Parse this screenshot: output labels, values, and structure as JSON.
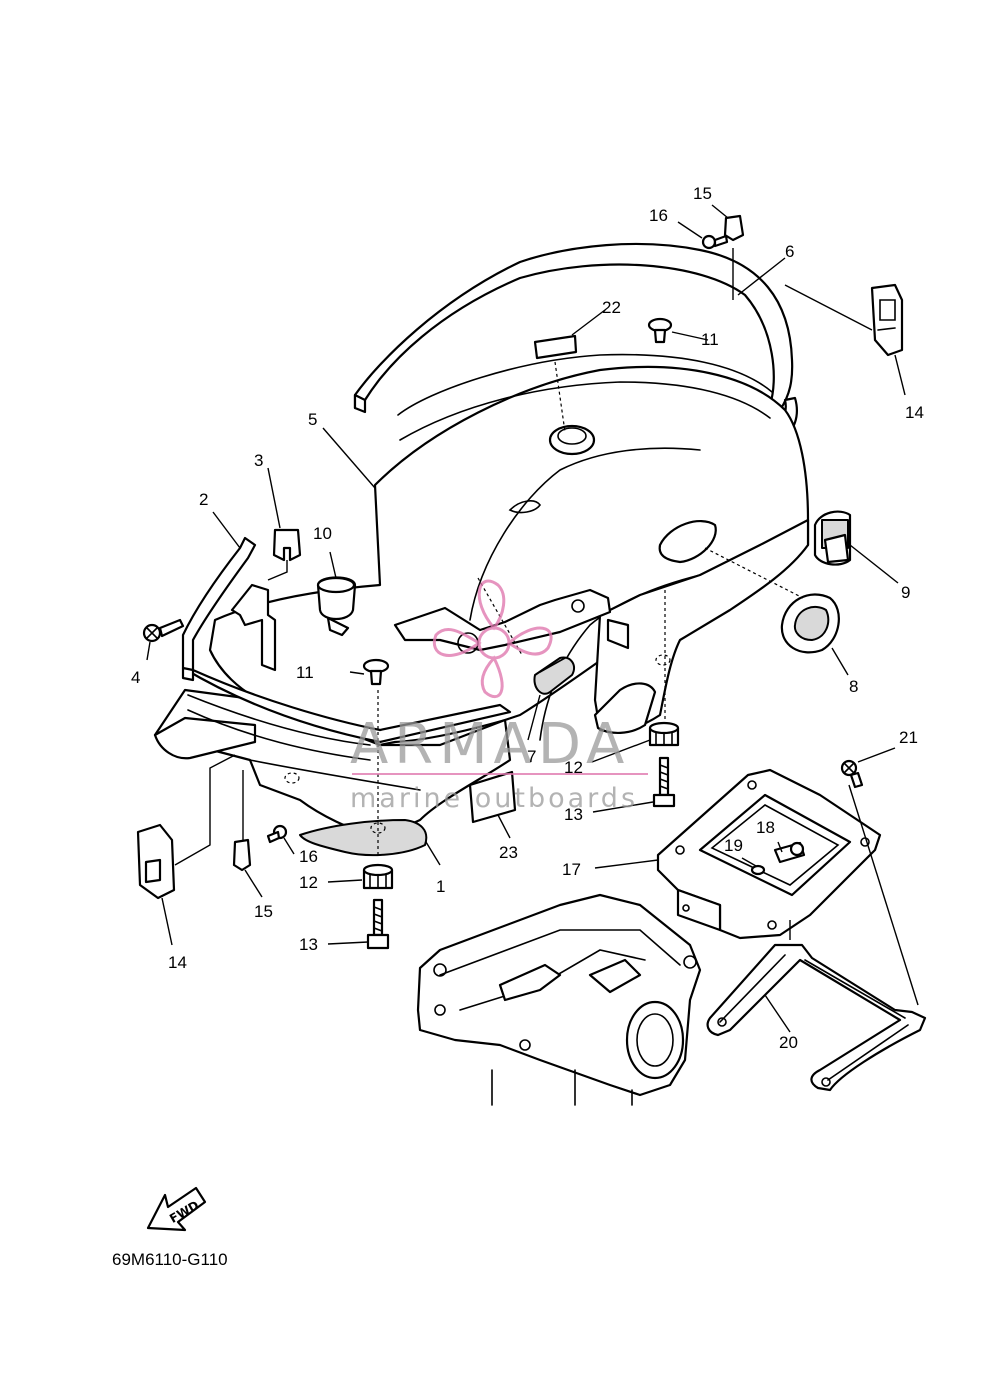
{
  "diagram": {
    "part_code": "69M6110-G110",
    "fwd_label": "FWD",
    "callouts": [
      "1",
      "2",
      "3",
      "4",
      "5",
      "6",
      "7",
      "8",
      "9",
      "10",
      "11",
      "11",
      "12",
      "12",
      "13",
      "13",
      "14",
      "14",
      "15",
      "15",
      "16",
      "16",
      "17",
      "18",
      "19",
      "20",
      "21",
      "22",
      "23"
    ]
  },
  "watermark": {
    "brand": "ARMADA",
    "tagline": "marine outboards",
    "accent_color": "#e07ab0"
  }
}
